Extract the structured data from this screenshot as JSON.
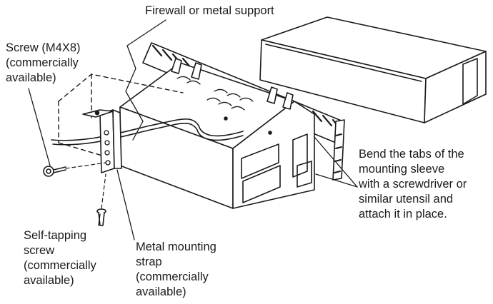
{
  "labels": {
    "firewall": [
      "Firewall or metal support"
    ],
    "screw_m4x8": [
      "Screw (M4X8)",
      "(commercially",
      "available)"
    ],
    "bend_tabs": [
      "Bend the tabs of the",
      "mounting sleeve",
      "with a screwdriver or",
      "similar utensil and",
      "attach it in place."
    ],
    "self_tapping": [
      "Self-tapping",
      "screw",
      "(commercially",
      "available)"
    ],
    "metal_strap": [
      "Metal mounting",
      "strap",
      "(commercially",
      "available)"
    ]
  },
  "colors": {
    "line": "#1a1a1a",
    "fill": "#ffffff",
    "hatch": "#1a1a1a"
  }
}
